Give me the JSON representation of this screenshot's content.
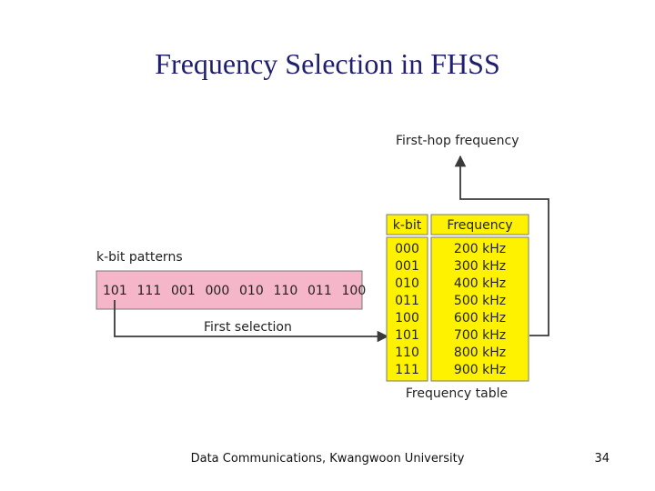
{
  "slide": {
    "title": "Frequency Selection in FHSS",
    "footer": "Data Communications, Kwangwoon University",
    "page_number": "34"
  },
  "diagram": {
    "first_hop_label": "First-hop frequency",
    "patterns_label": "k-bit patterns",
    "patterns": [
      "101",
      "111",
      "001",
      "000",
      "010",
      "110",
      "011",
      "100"
    ],
    "first_selection_label": "First selection",
    "table_caption": "Frequency table",
    "table": {
      "headers": [
        "k-bit",
        "Frequency"
      ],
      "rows": [
        {
          "kbit": "000",
          "freq": "200 kHz"
        },
        {
          "kbit": "001",
          "freq": "300 kHz"
        },
        {
          "kbit": "010",
          "freq": "400 kHz"
        },
        {
          "kbit": "011",
          "freq": "500 kHz"
        },
        {
          "kbit": "100",
          "freq": "600 kHz"
        },
        {
          "kbit": "101",
          "freq": "700 kHz"
        },
        {
          "kbit": "110",
          "freq": "800 kHz"
        },
        {
          "kbit": "111",
          "freq": "900 kHz"
        }
      ]
    },
    "colors": {
      "table_fill": "#fff200",
      "pattern_fill": "#f4b6c8",
      "outline": "#7a7a7a",
      "arrow": "#3a3a3a",
      "title_color": "#1f1f6e"
    }
  }
}
